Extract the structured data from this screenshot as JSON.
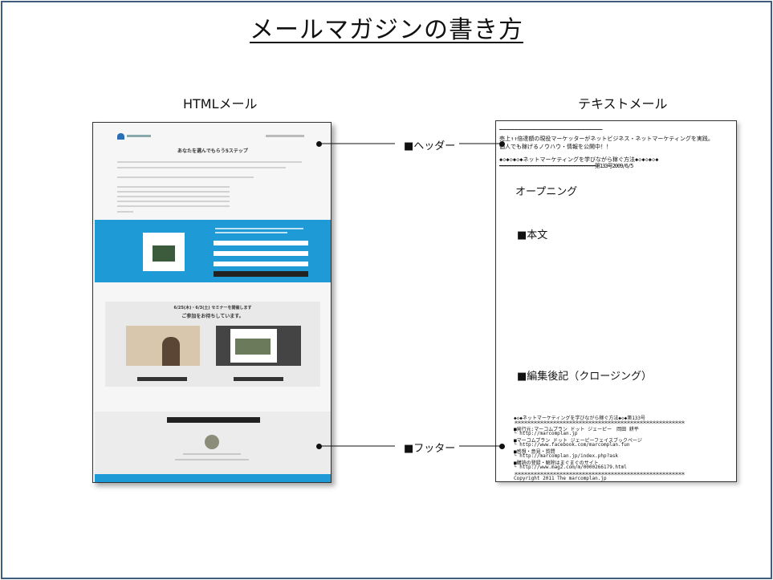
{
  "title": "メールマガジンの書き方",
  "labels": {
    "html_mail": "HTMLメール",
    "text_mail": "テキストメール"
  },
  "callouts": {
    "header": "■ヘッダー",
    "footer": "■フッター"
  },
  "html_mail": {
    "heading": "あなたを選んでもらう5ステップ",
    "seminar_title": "6/25(木)・6/3(土) セミナーを開催します",
    "seminar_sub": "ご参加をお待ちしています。"
  },
  "text_mail": {
    "rule_top": "━━━━━━━━━━━━━━━━━━━━━━━━━━━━━━━━━━━━━━━━━━━━━━━━━━━",
    "header_line1": "売上↑↑倍達額の現役マーケッターがネットビジネス・ネットマーケティングを実践。",
    "header_line2": "個人でも稼げるノウハウ・情報を公開中！！",
    "header_line3": "◆◇◆◇◆◇◆ネットマーケティングを学びながら稼ぐ方法◆◇◆◇◆◇◆",
    "rule_issue": "━━━━━━━━━━━━━━━━━━━━━━━━━━━━━━━━━━━━━第133号2009/6/5",
    "opening": "オープニング",
    "body": "■本文",
    "closing": "■編集後記（クロージング）",
    "footer_title": "◆◇◆ネットマーケティングを学びながら稼ぐ方法◆◇◆第133号",
    "footer_rule": "＊＊＊＊＊＊＊＊＊＊＊＊＊＊＊＊＊＊＊＊＊＊＊＊＊＊＊＊＊＊＊＊＊＊＊＊＊＊＊＊＊＊＊＊＊＊＊＊＊＊＊＊＊",
    "footer_lines": [
      "■発行元:マーコムプラン ドット ジェーピー　岡田 耕平",
      "└ http://marcomplan.jp",
      "■マーコムプラン ドット ジェーピーフェイスブックページ",
      "└ http://www.facebook.com/marcomplan.fun",
      "■感想・意見・質問",
      "└ http://marcomplan.jp/index.php?ask",
      "■購読の登録・解除はまぐまぐのサイト",
      "└ http://www.mag2.com/m/0000266179.html"
    ],
    "footer_rule2": "＊＊＊＊＊＊＊＊＊＊＊＊＊＊＊＊＊＊＊＊＊＊＊＊＊＊＊＊＊＊＊＊＊＊＊＊＊＊＊＊＊＊＊＊＊＊＊＊＊＊＊＊＊",
    "copyright": "Copyright 2011 The marcomplan.jp"
  },
  "colors": {
    "frame": "#3f5d7e",
    "accent_blue": "#1e9bd7"
  }
}
